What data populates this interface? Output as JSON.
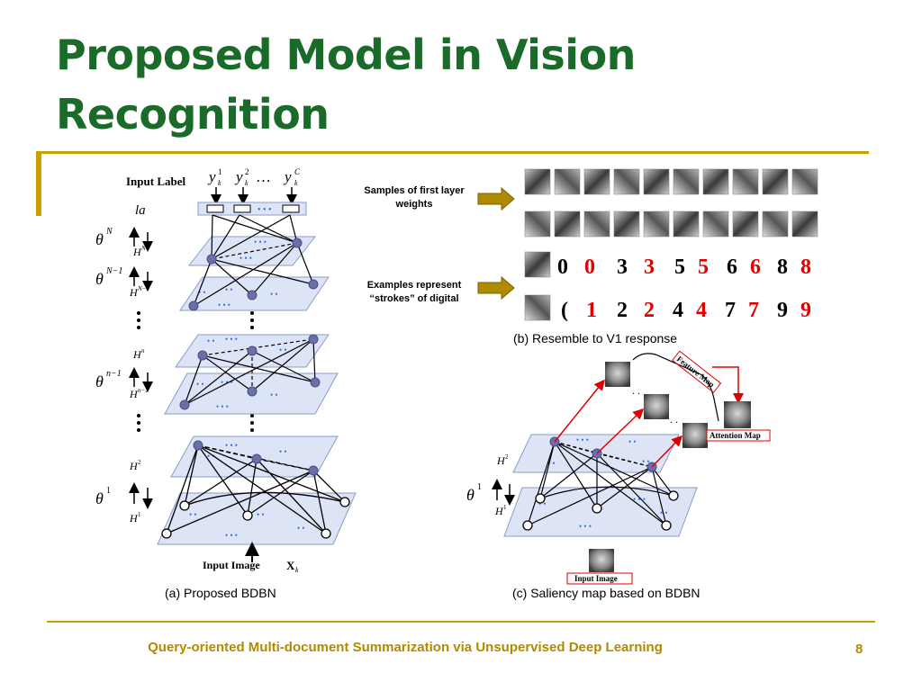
{
  "slide": {
    "title_line1": "Proposed Model in Vision",
    "title_line2": "Recognition",
    "footer": "Query-oriented Multi-document Summarization via Unsupervised Deep Learning",
    "page_number": "8"
  },
  "left_figure": {
    "input_label": "Input Label",
    "y1": "y",
    "y1_sup": "1",
    "y1_sub": "k",
    "y2": "y",
    "y2_sup": "2",
    "y2_sub": "k",
    "yc": "y",
    "yc_sup": "C",
    "yc_sub": "k",
    "dots": "…",
    "la": "la",
    "thetaN": "θ",
    "thetaN_sup": "N",
    "HN": "H",
    "HN_sup": "N",
    "thetaN1": "θ",
    "thetaN1_sup": "N−1",
    "HN1": "H",
    "HN1_sup": "N−1",
    "Hn": "H",
    "Hn_sup": "n",
    "thetan1": "θ",
    "thetan1_sup": "n−1",
    "Hn1": "H",
    "Hn1_sup": "n−1",
    "H2": "H",
    "H2_sup": "2",
    "theta1": "θ",
    "theta1_sup": "1",
    "H1": "H",
    "H1_sup": "1",
    "input_image": "Input Image",
    "xk": "X",
    "xk_sub": "k",
    "caption": "(a) Proposed BDBN"
  },
  "right_figure": {
    "note_weights": "Samples of first layer weights",
    "note_strokes": "Examples represent “strokes” of digital",
    "digits_row3": [
      "0",
      "0",
      "3",
      "3",
      "5",
      "5",
      "6",
      "6",
      "8",
      "8"
    ],
    "digits_row4": [
      "(",
      "1",
      "2",
      "2",
      "4",
      "4",
      "7",
      "7",
      "9",
      "9"
    ],
    "caption_b": "(b) Resemble to V1 response",
    "feature_map": "Feature Map",
    "attention_map": "Attention Map",
    "H2": "H",
    "H2_sup": "2",
    "theta1": "θ",
    "theta1_sup": "1",
    "H1": "H",
    "H1_sup": "1",
    "input_image": "Input Image",
    "caption_c": "(c) Saliency map based on BDBN"
  },
  "colors": {
    "title": "#1a6b2a",
    "accent_rule": "#c8a100",
    "footer_text": "#b08a00",
    "plane_fill": "#dde4f5",
    "plane_stroke": "#8a9bc8",
    "node_fill": "#6a6fa8",
    "dot_blue": "#2a6fdb",
    "arrow_gold": "#b08a00",
    "red": "#e00000"
  }
}
